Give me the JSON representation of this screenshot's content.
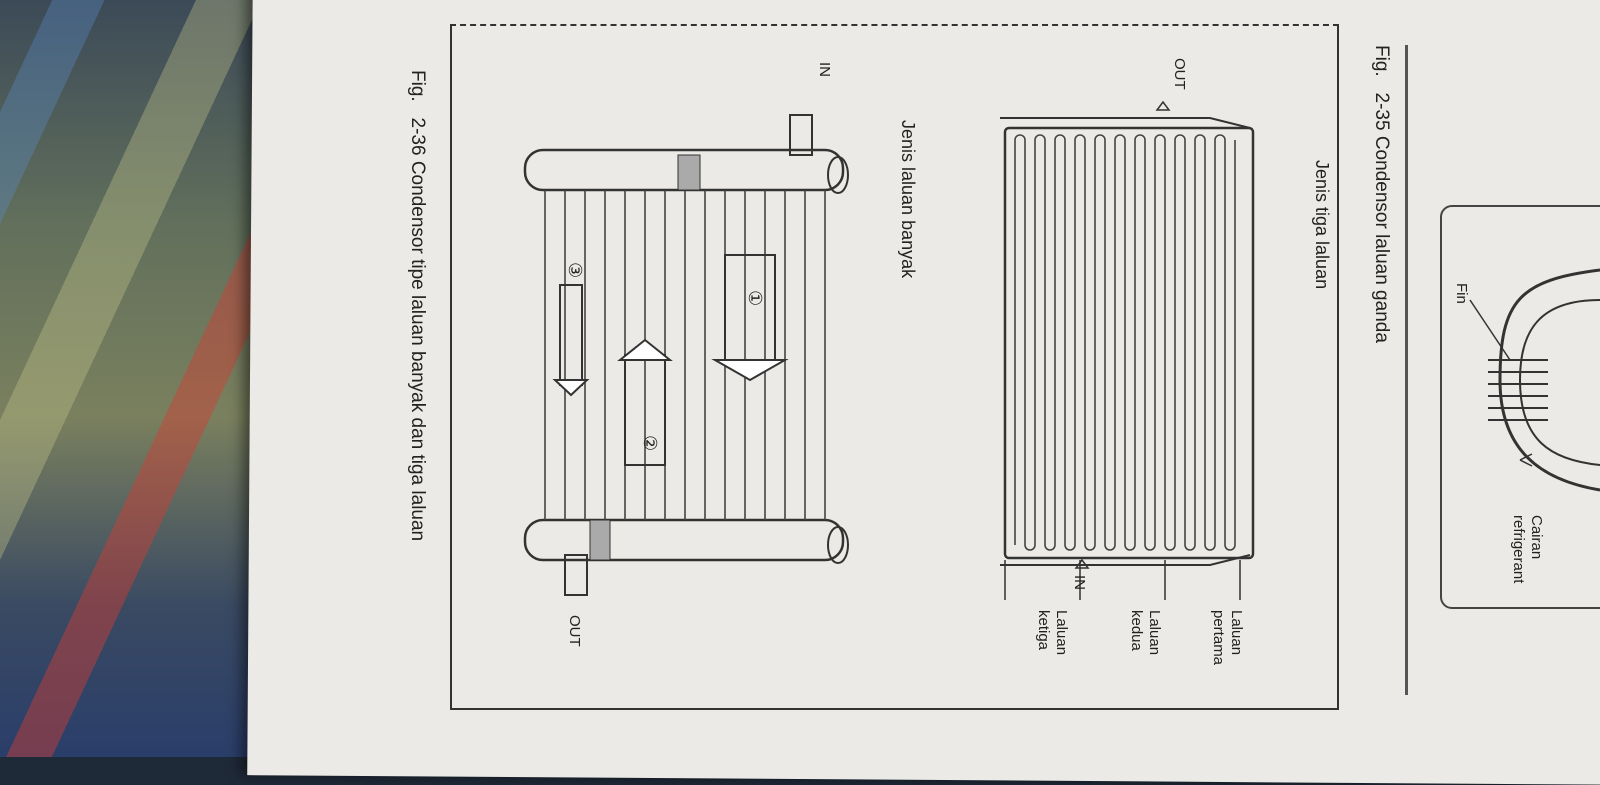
{
  "fig_2_35": {
    "prefix": "Fig.",
    "caption": "2-35 Condensor laluan ganda",
    "heading": "Jenis tiga laluan",
    "out": "OUT",
    "in": "IN",
    "laluan_pertama": [
      "Laluan",
      "pertama"
    ],
    "laluan_kedua": [
      "Laluan",
      "kedua"
    ],
    "laluan_ketiga": [
      "Laluan",
      "ketiga"
    ]
  },
  "fig_2_36": {
    "prefix": "Fig.",
    "caption": "2-36 Condensor tipe laluan banyak dan tiga laluan",
    "heading": "Jenis laluan banyak",
    "in": "IN",
    "out": "OUT",
    "pass_numbers": [
      "①",
      "②",
      "③"
    ]
  },
  "fig_2_34_fragment": {
    "fin": "Fin",
    "cairan": "Cairan",
    "refrigerant": "refrigerant"
  }
}
